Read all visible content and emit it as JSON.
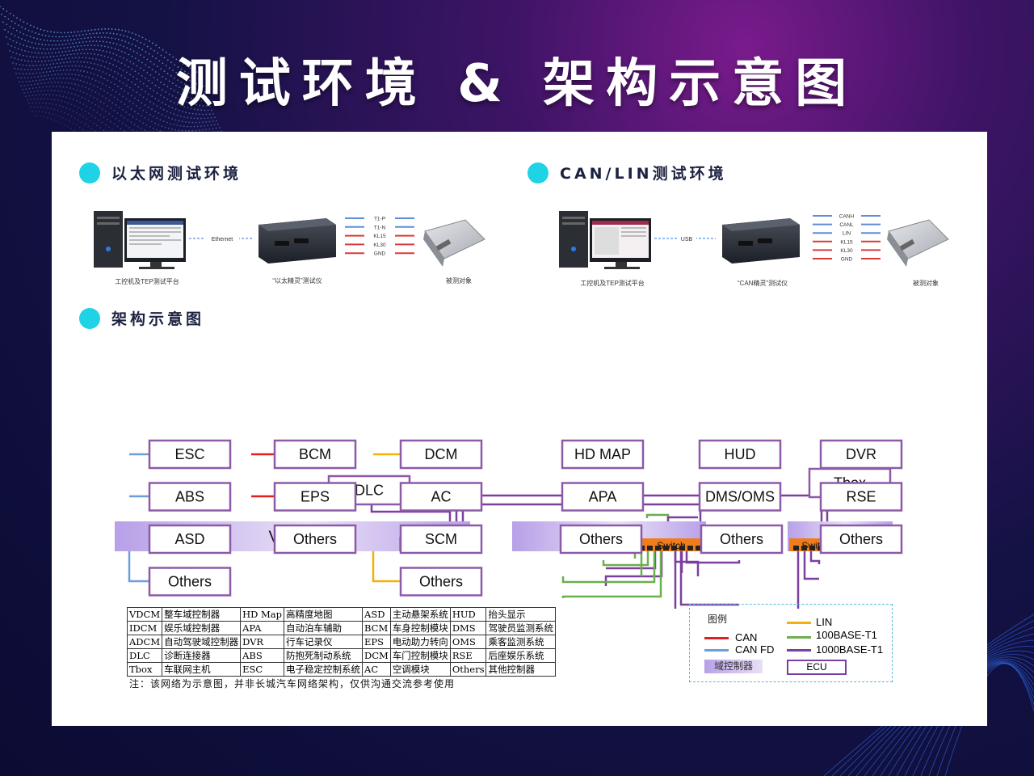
{
  "title": "测试环境 & 架构示意图",
  "sections": {
    "ethernet": "以太网测试环境",
    "canlin": "CAN/LIN测试环境",
    "arch": "架构示意图"
  },
  "eth_env": {
    "pc_label": "工控机及TEP测试平台",
    "link": "Ethernet",
    "device_label": "“以太精灵”测试仪",
    "pins": [
      "T1-P",
      "T1-N",
      "KL15",
      "KL30",
      "GND"
    ],
    "dut_label": "被测对象"
  },
  "can_env": {
    "pc_label": "工控机及TEP测试平台",
    "link": "USB",
    "device_label": "“CAN精灵”测试仪",
    "pins": [
      "CANH",
      "CANL",
      "LIN",
      "KL15",
      "KL30",
      "GND"
    ],
    "dut_label": "被测对象"
  },
  "arch": {
    "dlc": "DLC",
    "tbox": "Tbox",
    "domains": {
      "vdcm": "VDCM",
      "adcm": "ADCM",
      "idcm": "IDCM"
    },
    "switch": "Switch",
    "vdcm_col1": [
      "ESC",
      "ABS",
      "ASD",
      "Others"
    ],
    "vdcm_col2": [
      "BCM",
      "EPS",
      "Others"
    ],
    "vdcm_col3": [
      "DCM",
      "AC",
      "SCM",
      "Others"
    ],
    "adcm_left": [
      "HD MAP",
      "APA",
      "Others"
    ],
    "adcm_right": [
      "HUD",
      "DMS/OMS",
      "Others"
    ],
    "idcm_col": [
      "DVR",
      "RSE",
      "Others"
    ],
    "colors": {
      "can": "#e02020",
      "canfd": "#6a9fd8",
      "lin": "#f2b20a",
      "t1_green": "#6ab04c",
      "t1_purple": "#7b3fa0",
      "switch": "#f07d1a",
      "accent": "#1fd3e6"
    }
  },
  "legend": {
    "title": "图例",
    "can": "CAN",
    "canfd": "CAN FD",
    "lin": "LIN",
    "t1a": "100BASE-T1",
    "t1b": "1000BASE-T1",
    "domain": "域控制器",
    "ecu": "ECU"
  },
  "abbr_table": [
    [
      "VDCM",
      "整车域控制器",
      "HD Map",
      "高精度地图",
      "ASD",
      "主动悬架系统",
      "HUD",
      "抬头显示"
    ],
    [
      "IDCM",
      "娱乐域控制器",
      "APA",
      "自动泊车辅助",
      "BCM",
      "车身控制模块",
      "DMS",
      "驾驶员监测系统"
    ],
    [
      "ADCM",
      "自动驾驶域控制器",
      "DVR",
      "行车记录仪",
      "EPS",
      "电动助力转向",
      "OMS",
      "乘客监测系统"
    ],
    [
      "DLC",
      "诊断连接器",
      "ABS",
      "防抱死制动系统",
      "DCM",
      "车门控制模块",
      "RSE",
      "后座娱乐系统"
    ],
    [
      "Tbox",
      "车联网主机",
      "ESC",
      "电子稳定控制系统",
      "AC",
      "空调模块",
      "Others",
      "其他控制器"
    ]
  ],
  "note": "注：该网络为示意图，并非长城汽车网络架构，仅供沟通交流参考使用"
}
